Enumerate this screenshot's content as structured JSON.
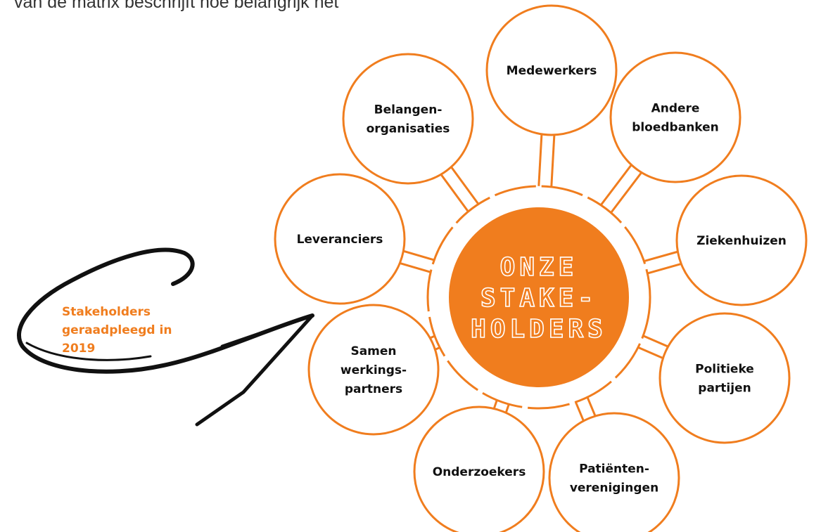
{
  "header": {
    "text": "van de matrix beschrijft hoe belangrijk het"
  },
  "colors": {
    "accent": "#f07d1e",
    "center_fill": "#f07d1e",
    "center_text": "#ffffff",
    "node_text": "#111111",
    "arrow": "#111111",
    "callout_text": "#f07d1e"
  },
  "diagram": {
    "center": {
      "lines": [
        "ONZE",
        "STAKE-",
        "HOLDERS"
      ]
    },
    "nodes": [
      {
        "id": "medewerkers",
        "lines": [
          "Medewerkers"
        ]
      },
      {
        "id": "andere-bloedbanken",
        "lines": [
          "Andere",
          "bloedbanken"
        ]
      },
      {
        "id": "ziekenhuizen",
        "lines": [
          "Ziekenhuizen"
        ]
      },
      {
        "id": "politieke-partijen",
        "lines": [
          "Politieke",
          "partijen"
        ]
      },
      {
        "id": "patientenverenigingen",
        "lines": [
          "Patiënten-",
          "verenigingen"
        ]
      },
      {
        "id": "onderzoekers",
        "lines": [
          "Onderzoekers"
        ]
      },
      {
        "id": "samenwerkingspartners",
        "lines": [
          "Samen",
          "werkings-",
          "partners"
        ]
      },
      {
        "id": "leveranciers",
        "lines": [
          "Leveranciers"
        ]
      },
      {
        "id": "belangenorganisaties",
        "lines": [
          "Belangen-",
          "organisaties"
        ]
      }
    ]
  },
  "callout": {
    "lines": [
      "Stakeholders",
      "geraadpleegd in",
      "2019"
    ]
  }
}
